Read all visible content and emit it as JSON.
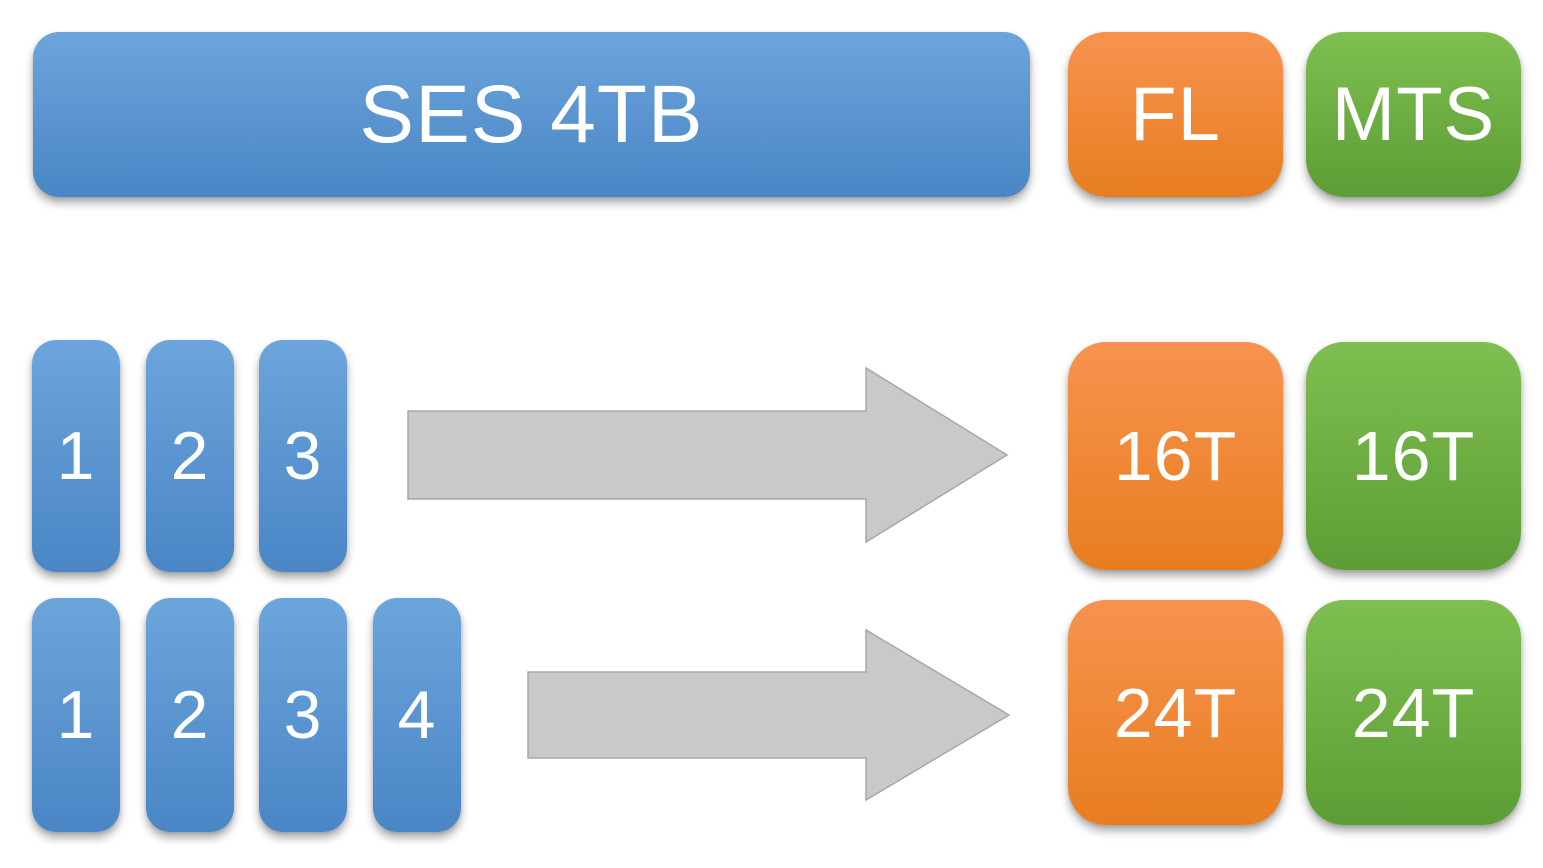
{
  "colors": {
    "background": "#ffffff",
    "text": "#ffffff",
    "blue_top": "#6ca5dc",
    "blue_bottom": "#4a86c6",
    "orange_top": "#f7934f",
    "orange_bottom": "#e87d20",
    "green_top": "#7fbf51",
    "green_bottom": "#5c9d35",
    "arrow_fill": "#c9c9c9",
    "arrow_border": "#a8a8a8"
  },
  "header": {
    "ses_box": {
      "label": "SES 4TB"
    },
    "fl_box": {
      "label": "FL"
    },
    "mts_box": {
      "label": "MTS"
    }
  },
  "rows": [
    {
      "bars": [
        "1",
        "2",
        "3"
      ],
      "results": [
        {
          "label": "16T"
        },
        {
          "label": "16T"
        }
      ]
    },
    {
      "bars": [
        "1",
        "2",
        "3",
        "4"
      ],
      "results": [
        {
          "label": "24T"
        },
        {
          "label": "24T"
        }
      ]
    }
  ]
}
